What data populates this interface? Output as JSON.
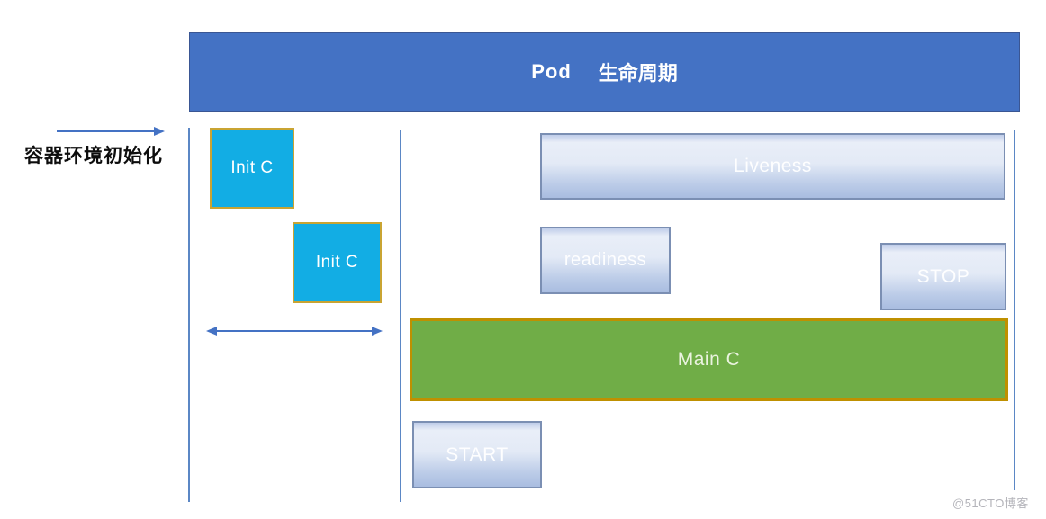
{
  "header": {
    "title_en": "Pod",
    "title_zh": "生命周期"
  },
  "left_label": "容器环境初始化",
  "boxes": {
    "init1": {
      "label": "Init C"
    },
    "init2": {
      "label": "Init C"
    },
    "liveness": {
      "label": "Liveness"
    },
    "readiness": {
      "label": "readiness"
    },
    "stop": {
      "label": "STOP"
    },
    "main": {
      "label": "Main C"
    },
    "start": {
      "label": "START"
    }
  },
  "watermark": "@51CTO博客",
  "colors": {
    "header-blue": "#4472C4",
    "init-cyan": "#12ADE4",
    "gold-border": "#C9A432",
    "gold-border2": "#BF9000",
    "main-green": "#70AD47",
    "probe-border": "#7B8FB3",
    "arrow-blue": "#4472C4",
    "line-blue": "#5B87C5",
    "watermark-gray": "#B4B4BA"
  }
}
